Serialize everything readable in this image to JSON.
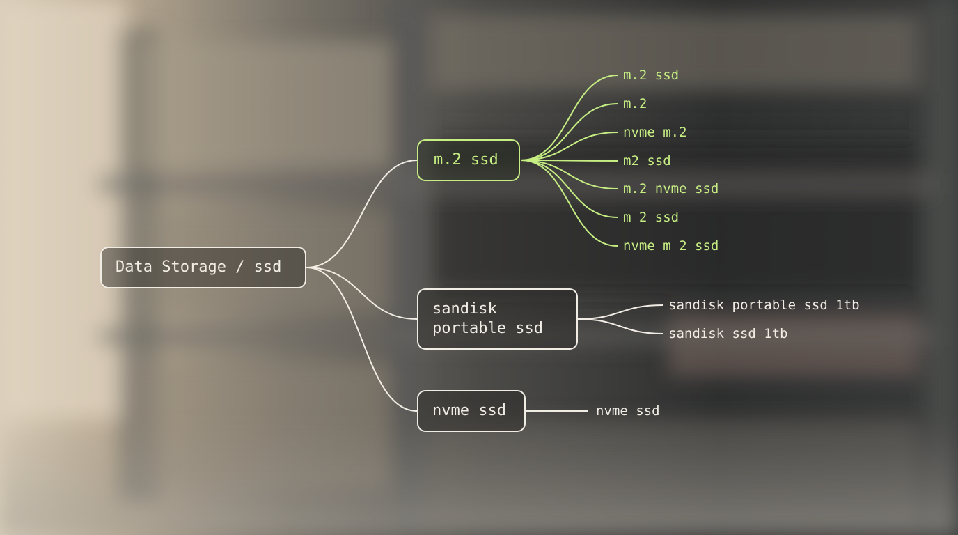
{
  "colors": {
    "accent": "#c6ee83",
    "line": "#f1ece4"
  },
  "diagram": {
    "root": {
      "label": "Data Storage / ssd"
    },
    "branches": [
      {
        "label": "m.2 ssd",
        "color": "accent",
        "leaves": [
          "m.2 ssd",
          "m.2",
          "nvme m.2",
          "m2 ssd",
          "m.2 nvme ssd",
          "m 2 ssd",
          "nvme m 2 ssd"
        ]
      },
      {
        "label": "sandisk\nportable ssd",
        "color": "line",
        "leaves": [
          "sandisk portable ssd 1tb",
          "sandisk ssd 1tb"
        ]
      },
      {
        "label": "nvme ssd",
        "color": "line",
        "leaves": [
          "nvme ssd"
        ]
      }
    ]
  }
}
